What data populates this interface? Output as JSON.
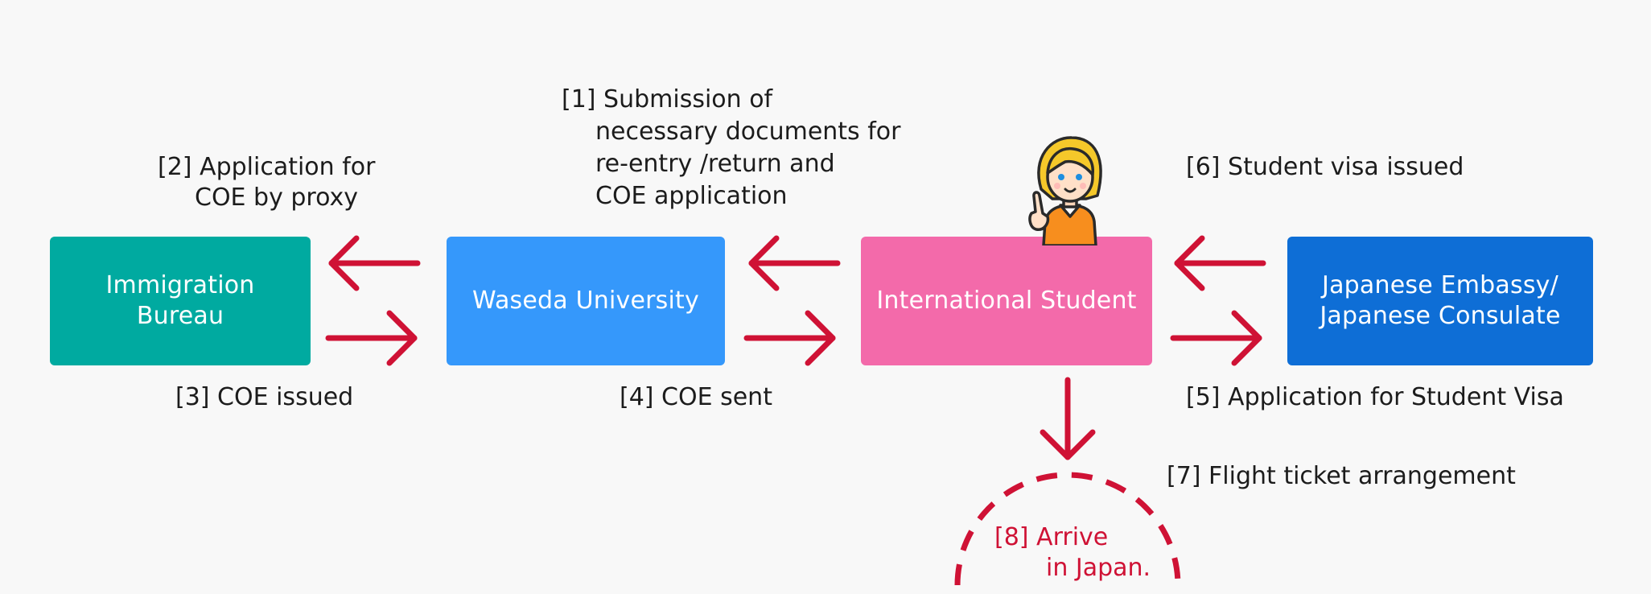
{
  "boxes": {
    "immigration": {
      "line1": "Immigration",
      "line2": "Bureau"
    },
    "waseda": {
      "line1": "Waseda University"
    },
    "student": {
      "line1": "International Student"
    },
    "embassy": {
      "line1": "Japanese Embassy/",
      "line2": "Japanese Consulate"
    }
  },
  "steps": {
    "s1": {
      "num": "[1]",
      "lines": [
        "Submission of",
        "necessary documents for",
        "re-entry /return and",
        "COE application"
      ]
    },
    "s2": {
      "num": "[2]",
      "lines": [
        "Application for",
        "COE by proxy"
      ]
    },
    "s3": {
      "num": "[3]",
      "lines": [
        "COE issued"
      ]
    },
    "s4": {
      "num": "[4]",
      "lines": [
        "COE sent"
      ]
    },
    "s5": {
      "num": "[5]",
      "lines": [
        "Application for Student Visa"
      ]
    },
    "s6": {
      "num": "[6]",
      "lines": [
        "Student visa issued"
      ]
    },
    "s7": {
      "num": "[7]",
      "lines": [
        "Flight ticket arrangement"
      ]
    },
    "s8": {
      "num": "[8]",
      "lines": [
        "Arrive",
        "in Japan."
      ]
    }
  },
  "colors": {
    "arrow": "#cf1235",
    "immigration": "#00aaa0",
    "waseda": "#3598fb",
    "student": "#f36aaa",
    "embassy": "#0e6ed6",
    "text": "#1c1c1c"
  },
  "icons": {
    "student_avatar": "pointing-student-icon"
  }
}
